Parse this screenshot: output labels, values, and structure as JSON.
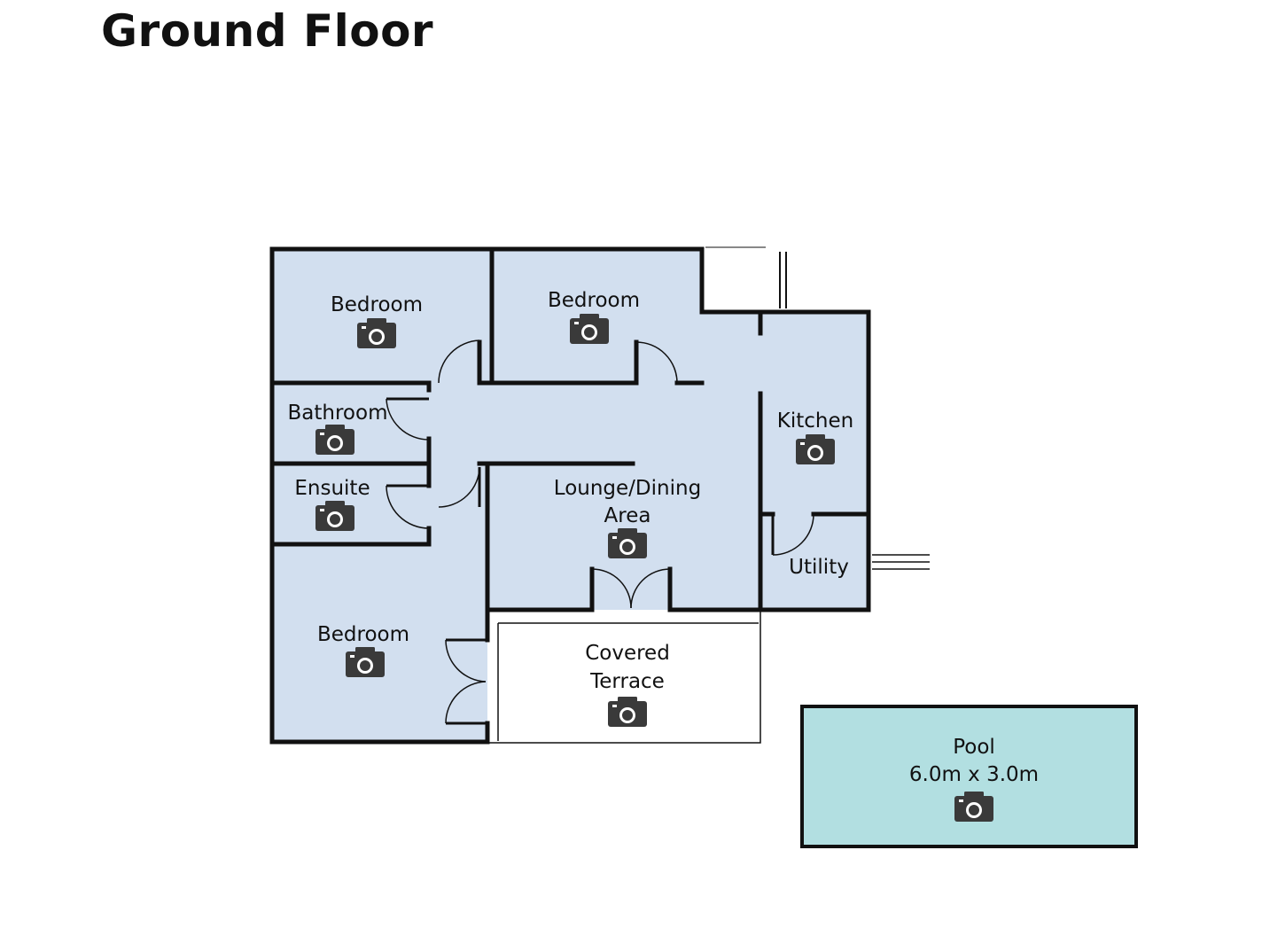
{
  "title": "Ground Floor",
  "colors": {
    "room_fill": "#d2dfef",
    "pool_fill": "#b2dfe1",
    "wall": "#111111",
    "camera": "#3a3a3a"
  },
  "rooms": {
    "bedroom_1": {
      "label": "Bedroom",
      "icon": "camera-icon"
    },
    "bedroom_2": {
      "label": "Bedroom",
      "icon": "camera-icon"
    },
    "bathroom": {
      "label": "Bathroom",
      "icon": "camera-icon"
    },
    "ensuite": {
      "label": "Ensuite",
      "icon": "camera-icon"
    },
    "bedroom_3": {
      "label": "Bedroom",
      "icon": "camera-icon"
    },
    "lounge": {
      "label_line1": "Lounge/Dining",
      "label_line2": "Area",
      "icon": "camera-icon"
    },
    "kitchen": {
      "label": "Kitchen",
      "icon": "camera-icon"
    },
    "utility": {
      "label": "Utility"
    },
    "terrace": {
      "label_line1": "Covered",
      "label_line2": "Terrace",
      "icon": "camera-icon"
    },
    "pool": {
      "label_line1": "Pool",
      "label_line2": "6.0m x 3.0m",
      "icon": "camera-icon"
    }
  }
}
